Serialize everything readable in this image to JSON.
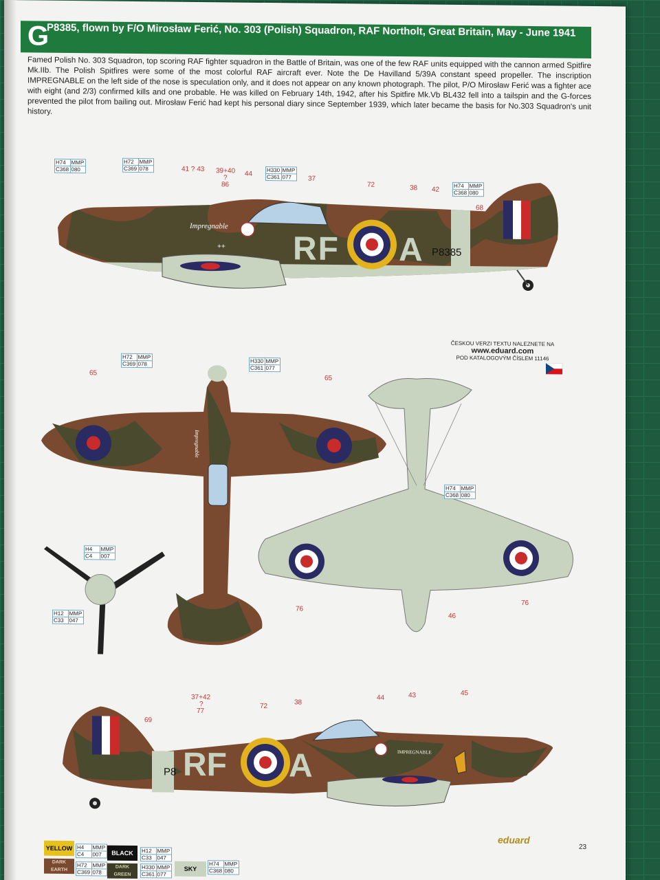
{
  "header": {
    "letter": "G",
    "title": "P8385, flown by F/O Mirosław Ferić, No. 303 (Polish) Squadron, RAF Northolt, Great Britain, May - June 1941"
  },
  "description": "Famed Polish No. 303 Squadron, top scoring RAF fighter squadron in the Battle of Britain, was one of the few RAF units equipped with the cannon armed Spitfire Mk.IIb. The Polish Spitfires were some of the most colorful RAF aircraft ever. Note the De Havilland 5/39A constant speed propeller. The inscription IMPREGNABLE on the left side of the nose is speculation only, and it does not appear on any known photograph. The pilot, P/O Mirosław Ferić was a fighter ace with eight (and 2/3) confirmed kills and one probable. He was killed on February 14th, 1942, after his Spitfire Mk.Vb BL432 fell into a tailspin and the G-forces prevented the pilot from bailing out. Mirosław Ferić had kept his personal diary since September 1939, which later became the basis for No.303 Squadron's unit history.",
  "colors": {
    "dark_earth": "#7a4a30",
    "dark_green": "#4a4a2e",
    "sky": "#c9d4c0",
    "roundel_blue": "#2b2b63",
    "roundel_red": "#c92a2a",
    "roundel_yellow": "#e2b21f",
    "header_green": "#1f7a3d"
  },
  "tags": {
    "h74": {
      "h": "H74",
      "m": "MMP",
      "c": "C368",
      "n": "080"
    },
    "h72": {
      "h": "H72",
      "m": "MMP",
      "c": "C369",
      "n": "078"
    },
    "h330": {
      "h": "H330",
      "m": "MMP",
      "c": "C361",
      "n": "077"
    },
    "h4": {
      "h": "H4",
      "m": "MMP",
      "c": "C4",
      "n": "007"
    },
    "h12": {
      "h": "H12",
      "m": "MMP",
      "c": "C33",
      "n": "047"
    }
  },
  "profile_left": {
    "callouts": [
      "41 ? 43",
      "39+40",
      "?",
      "86",
      "44",
      "37",
      "72",
      "38",
      "42",
      "68",
      "++"
    ],
    "code_left": "RF",
    "code_right": "A",
    "serial": "P8385",
    "inscription": "Impregnable"
  },
  "plan_views": {
    "callouts": [
      "65",
      "65",
      "76",
      "76",
      "46"
    ],
    "inscription": "Impregnable"
  },
  "czech_note": {
    "line1": "ČESKOU VERZI TEXTU NALEZNETE NA",
    "line2": "www.eduard.com",
    "line3": "POD KATALOGOVÝM ČÍSLEM 11146"
  },
  "profile_right": {
    "callouts": [
      "37+42",
      "?",
      "77",
      "72",
      "38",
      "44",
      "43",
      "45",
      "69"
    ],
    "code_left": "RF",
    "code_right": "A",
    "serial": "P8",
    "inscription": "IMPREGNABLE"
  },
  "legend": [
    {
      "name": "YELLOW",
      "h": "H4",
      "m": "MMP",
      "c": "C4",
      "n": "007"
    },
    {
      "name": "BLACK",
      "h": "H12",
      "m": "MMP",
      "c": "C33",
      "n": "047"
    },
    {
      "name": "DARK EARTH",
      "h": "H72",
      "m": "MMP",
      "c": "C369",
      "n": "078"
    },
    {
      "name": "DARK GREEN",
      "h": "H330",
      "m": "MMP",
      "c": "C361",
      "n": "077"
    },
    {
      "name": "SKY",
      "h": "H74",
      "m": "MMP",
      "c": "C368",
      "n": "080"
    }
  ],
  "footer": {
    "brand": "eduard",
    "page": "23"
  }
}
